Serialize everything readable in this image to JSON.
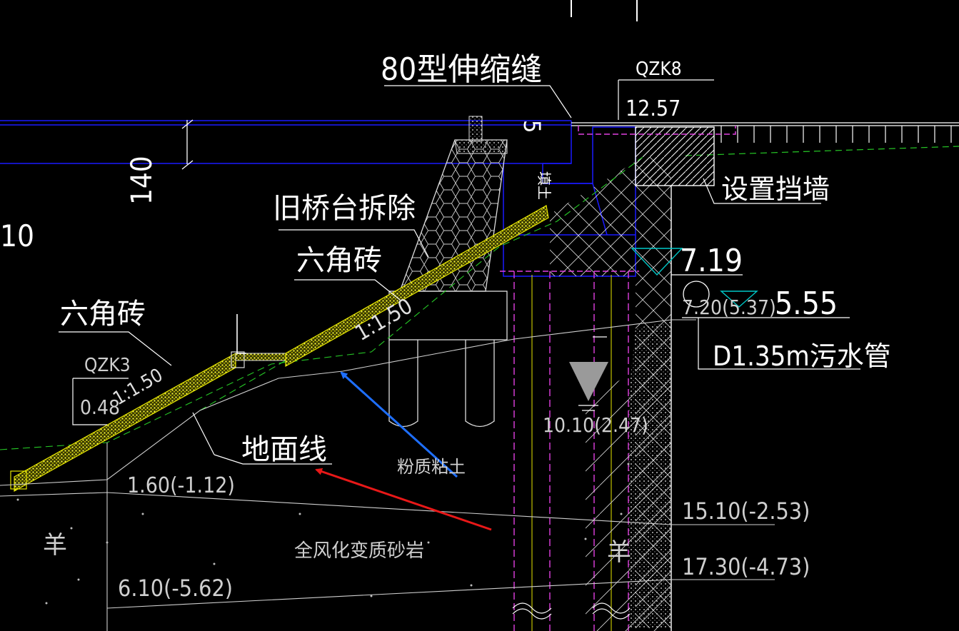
{
  "labels": {
    "joint": "80型伸缩缝",
    "qzk8_id": "QZK8",
    "qzk8_elev": "12.57",
    "dim_5": "5",
    "dim_140": "140",
    "dim_10": "10",
    "old_abutment": "旧桥台拆除",
    "hex_brick_upper": "六角砖",
    "hex_brick_left": "六角砖",
    "slope_ratio_upper": "1:1.50",
    "slope_ratio_lower": "1:1.50",
    "qzk3_id": "QZK3",
    "qzk3_elev": "0.48",
    "fill_mark": "填土",
    "retaining_wall": "设置挡墙",
    "elev_719": "7.19",
    "elev_720": "7.20(5.37)",
    "elev_555": "5.55",
    "pipe": "D1.35m污水管",
    "water_level": "10.10(2.47)",
    "ground_line": "地面线",
    "silty_clay": "粉质粘土",
    "layer_160": "1.60(-1.12)",
    "weathered_sandstone": "全风化变质砂岩",
    "layer_1510": "15.10(-2.53)",
    "layer_1730": "17.30(-4.73)",
    "layer_610": "6.10(-5.62)",
    "sheep_left": "羊",
    "sheep_right": "羊"
  },
  "colors": {
    "background": "#000000",
    "text": "#ffffff",
    "beam": "#1a1aff",
    "pile": "#e040e0",
    "protection": "#e6e600",
    "grid": "#26c926",
    "cyan": "#00c8c8",
    "arrow_blue": "#1e6fff",
    "arrow_red": "#e81818"
  }
}
